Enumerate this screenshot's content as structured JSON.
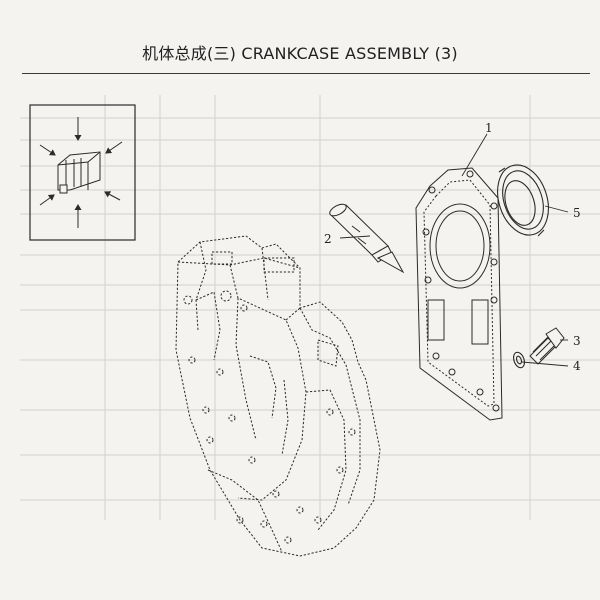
{
  "header": {
    "title": "机体总成(三) CRANKCASE ASSEMBLY (3)"
  },
  "diagram": {
    "callouts": [
      {
        "id": "1",
        "label": "1"
      },
      {
        "id": "2",
        "label": "2"
      },
      {
        "id": "3",
        "label": "3"
      },
      {
        "id": "4",
        "label": "4"
      },
      {
        "id": "5",
        "label": "5"
      }
    ],
    "icons": {
      "view_indicator": "engine-block-view-icon",
      "crankcase": "crankcase-outline-icon",
      "gasket": "gasket-plate-icon",
      "seal": "oil-seal-icon",
      "bolt": "bolt-icon",
      "washer": "washer-icon",
      "sealant": "sealant-tube-icon"
    },
    "colors": {
      "line": "#2b2b2b",
      "paper": "#f4f3f0",
      "show_through": "#c9c6c0"
    }
  }
}
